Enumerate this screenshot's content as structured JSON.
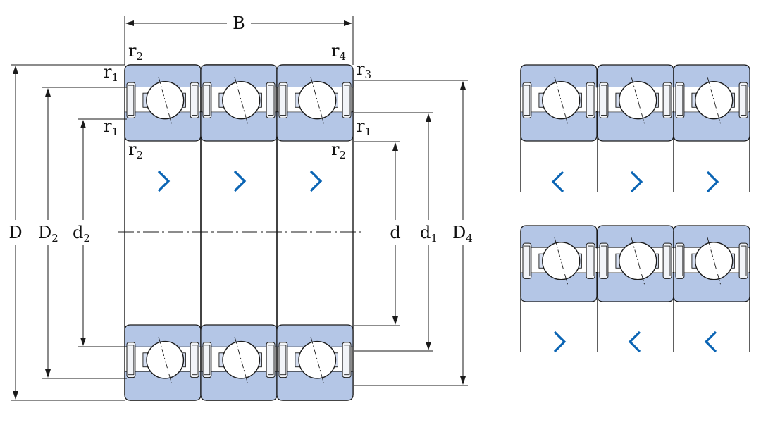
{
  "dimension_labels": {
    "B": "B",
    "r2_top_left": {
      "base": "r",
      "sub": "2"
    },
    "r4": {
      "base": "r",
      "sub": "4"
    },
    "r1_top_left": {
      "base": "r",
      "sub": "1"
    },
    "r3": {
      "base": "r",
      "sub": "3"
    },
    "r1_mid_left": {
      "base": "r",
      "sub": "1"
    },
    "r1_mid_right": {
      "base": "r",
      "sub": "1"
    },
    "r2_lower_left": {
      "base": "r",
      "sub": "2"
    },
    "r2_lower_right": {
      "base": "r",
      "sub": "2"
    },
    "D": "D",
    "D2": {
      "base": "D",
      "sub": "2"
    },
    "d2": {
      "base": "d",
      "sub": "2"
    },
    "d": "d",
    "d1": {
      "base": "d",
      "sub": "1"
    },
    "D4": {
      "base": "D",
      "sub": "4"
    }
  },
  "arrangements": {
    "main": [
      "right",
      "right",
      "right"
    ],
    "upper_right": [
      "left",
      "right",
      "right"
    ],
    "lower_right": [
      "right",
      "left",
      "left"
    ]
  },
  "colors": {
    "ring_fill": "#b4c6e6",
    "outline": "#1a1a1a",
    "arrow": "#0a64b4",
    "seal_fill": "#f2f4f8"
  },
  "icons": {
    "load_direction": "chevron-icon",
    "ball": "ball-icon"
  }
}
